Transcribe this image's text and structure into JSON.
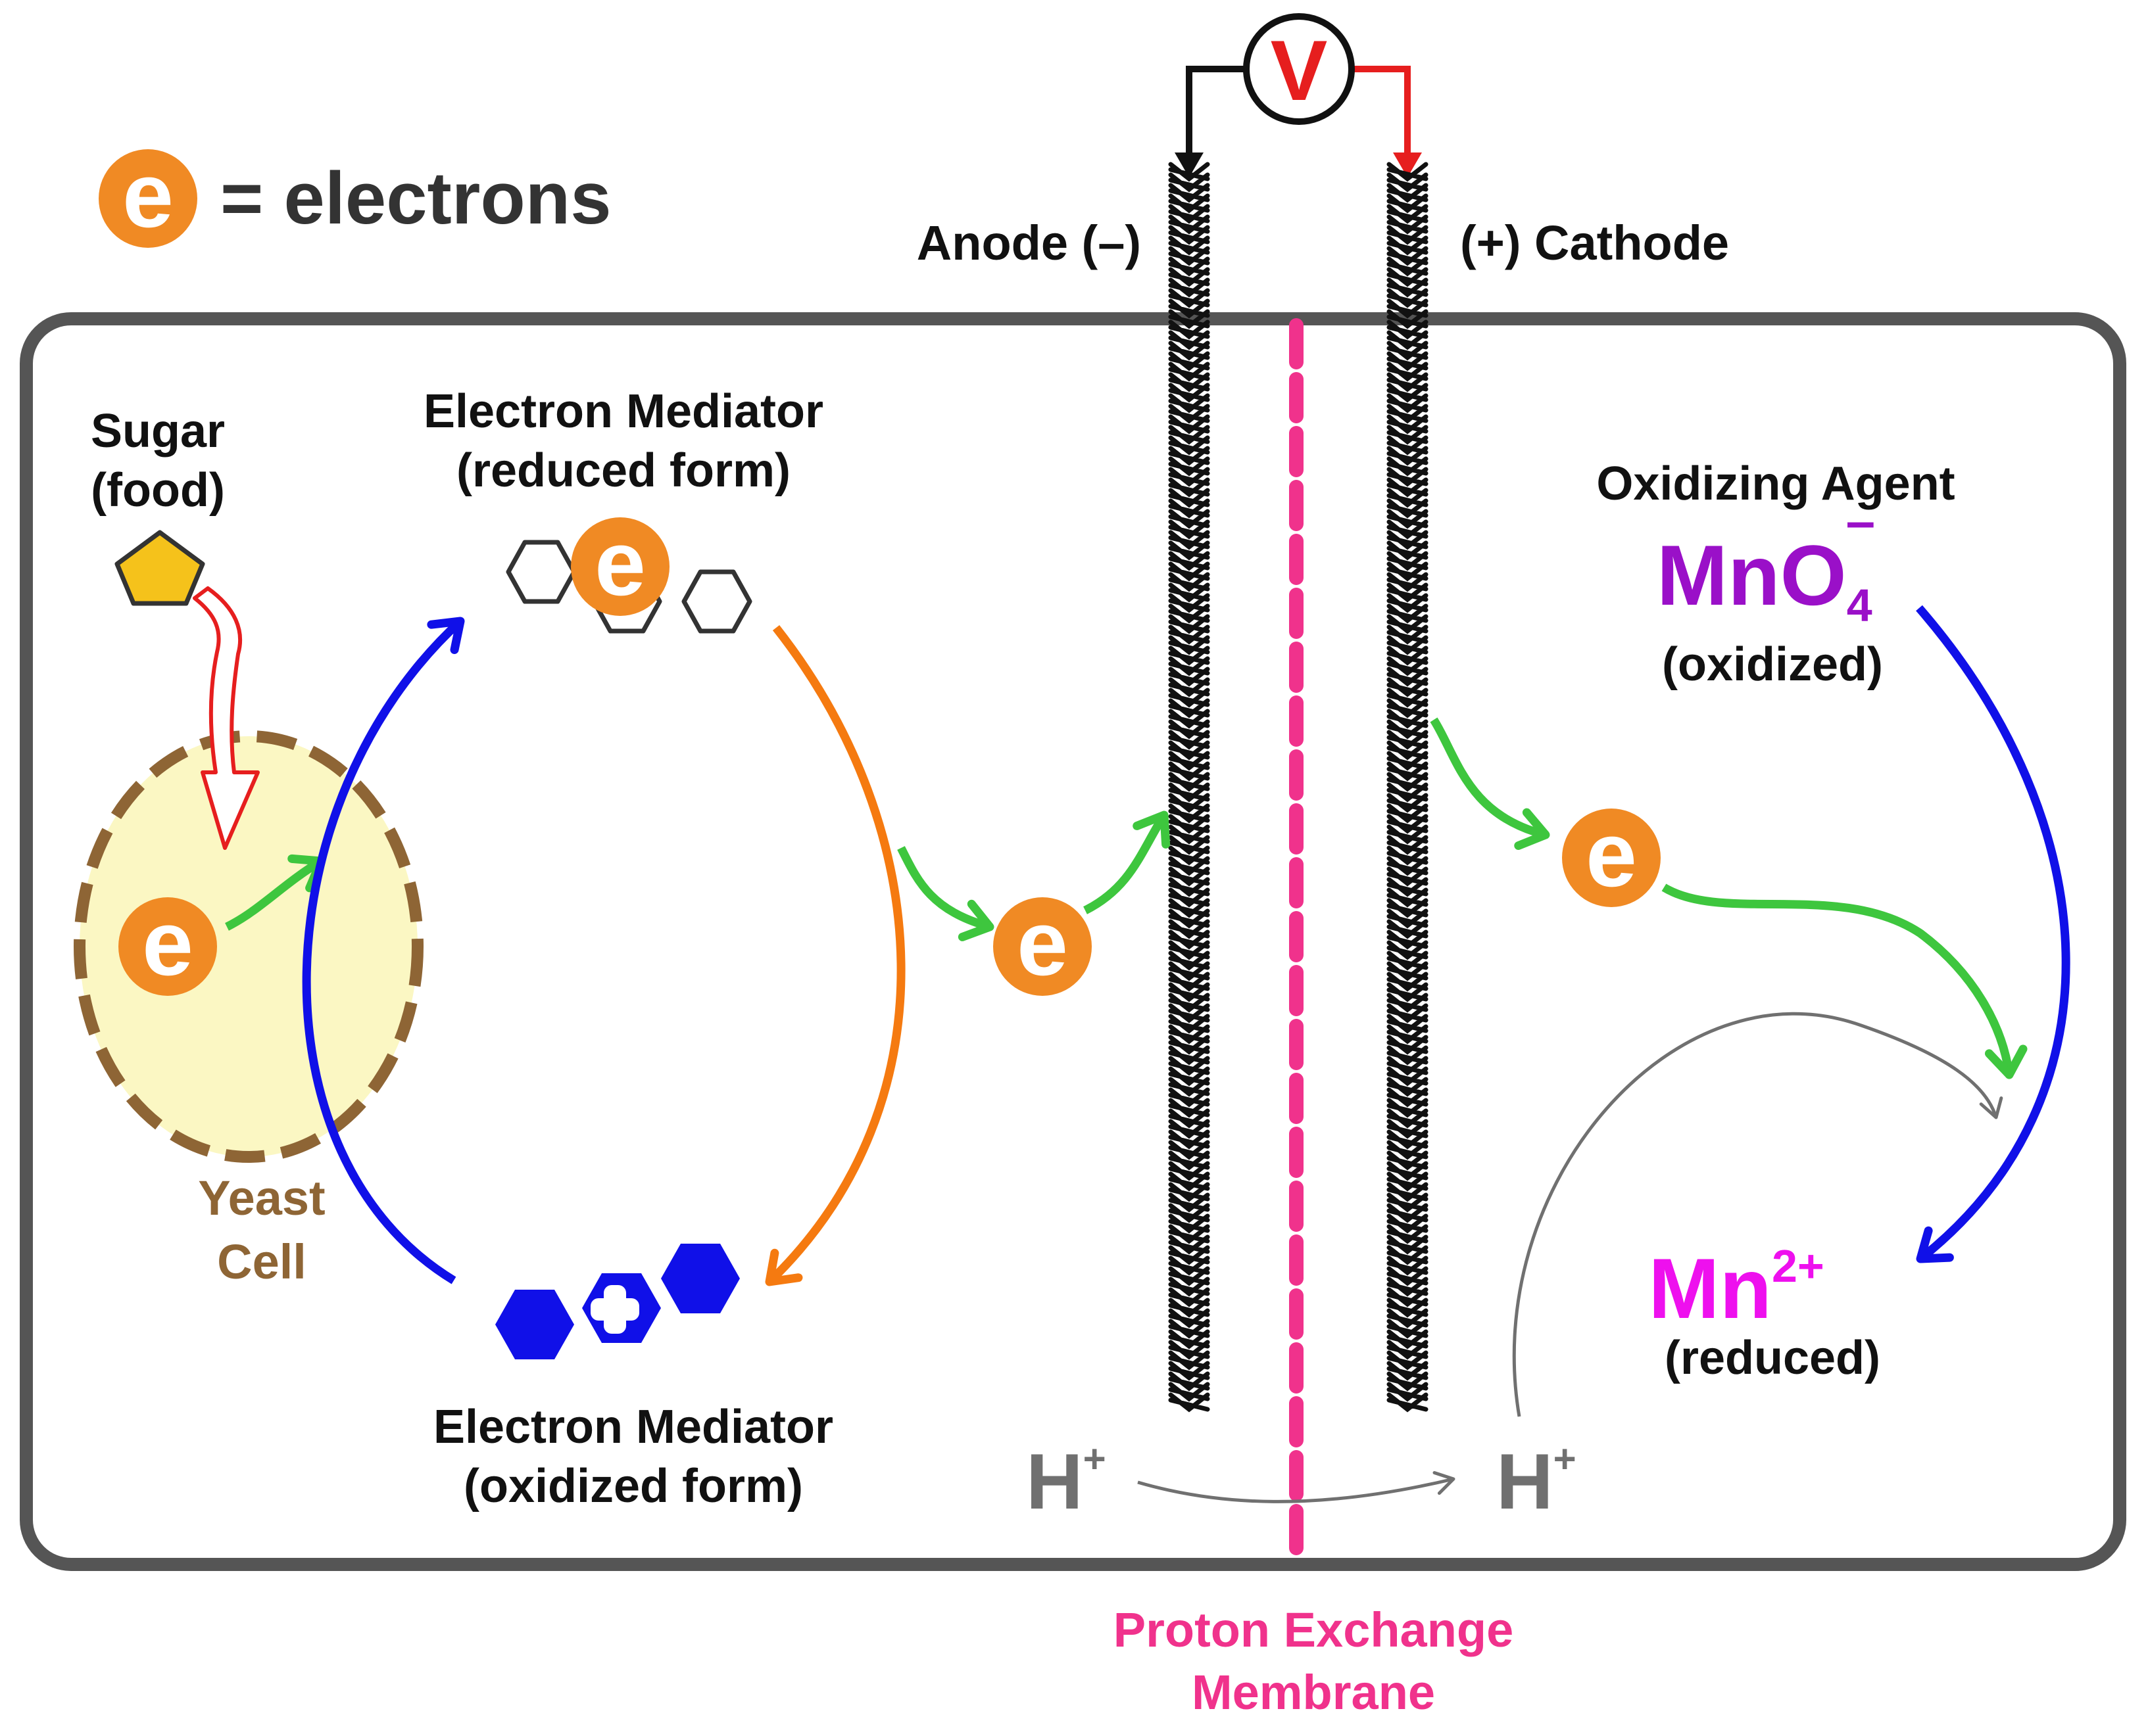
{
  "legend": {
    "symbol": "e",
    "text": "= electrons"
  },
  "voltmeter": {
    "symbol": "V"
  },
  "anode": {
    "label": "Anode (–)"
  },
  "cathode": {
    "label": "(+) Cathode"
  },
  "sugar": {
    "line1": "Sugar",
    "line2": "(food)"
  },
  "yeast": {
    "line1": "Yeast",
    "line2": "Cell"
  },
  "mediator_reduced": {
    "line1": "Electron Mediator",
    "line2": "(reduced form)"
  },
  "mediator_oxidized": {
    "line1": "Electron Mediator",
    "line2": "(oxidized form)"
  },
  "oxidizing_agent": {
    "title": "Oxidizing Agent",
    "formula_main": "MnO",
    "formula_sub": "4",
    "formula_sup": "–",
    "state": "(oxidized)"
  },
  "reduced_product": {
    "formula_main": "Mn",
    "formula_sup": "2+",
    "state": "(reduced)"
  },
  "proton": {
    "main": "H",
    "sup": "+"
  },
  "membrane": {
    "line1": "Proton Exchange",
    "line2": "Membrane"
  },
  "electron_symbol": "e",
  "colors": {
    "electron": "#f08a24",
    "cycle_blue": "#1010e8",
    "cycle_orange": "#f57a10",
    "flow_green": "#3ec63e",
    "membrane": "#f0328c",
    "permanganate": "#9a10c8",
    "manganese": "#ee10ee",
    "yeast_fill": "#fbf7c3",
    "yeast_outline": "#8e6535",
    "sugar_fill": "#f5c21b",
    "wire_red": "#e61e1e",
    "proton_gray": "#707070",
    "container": "#555555"
  }
}
